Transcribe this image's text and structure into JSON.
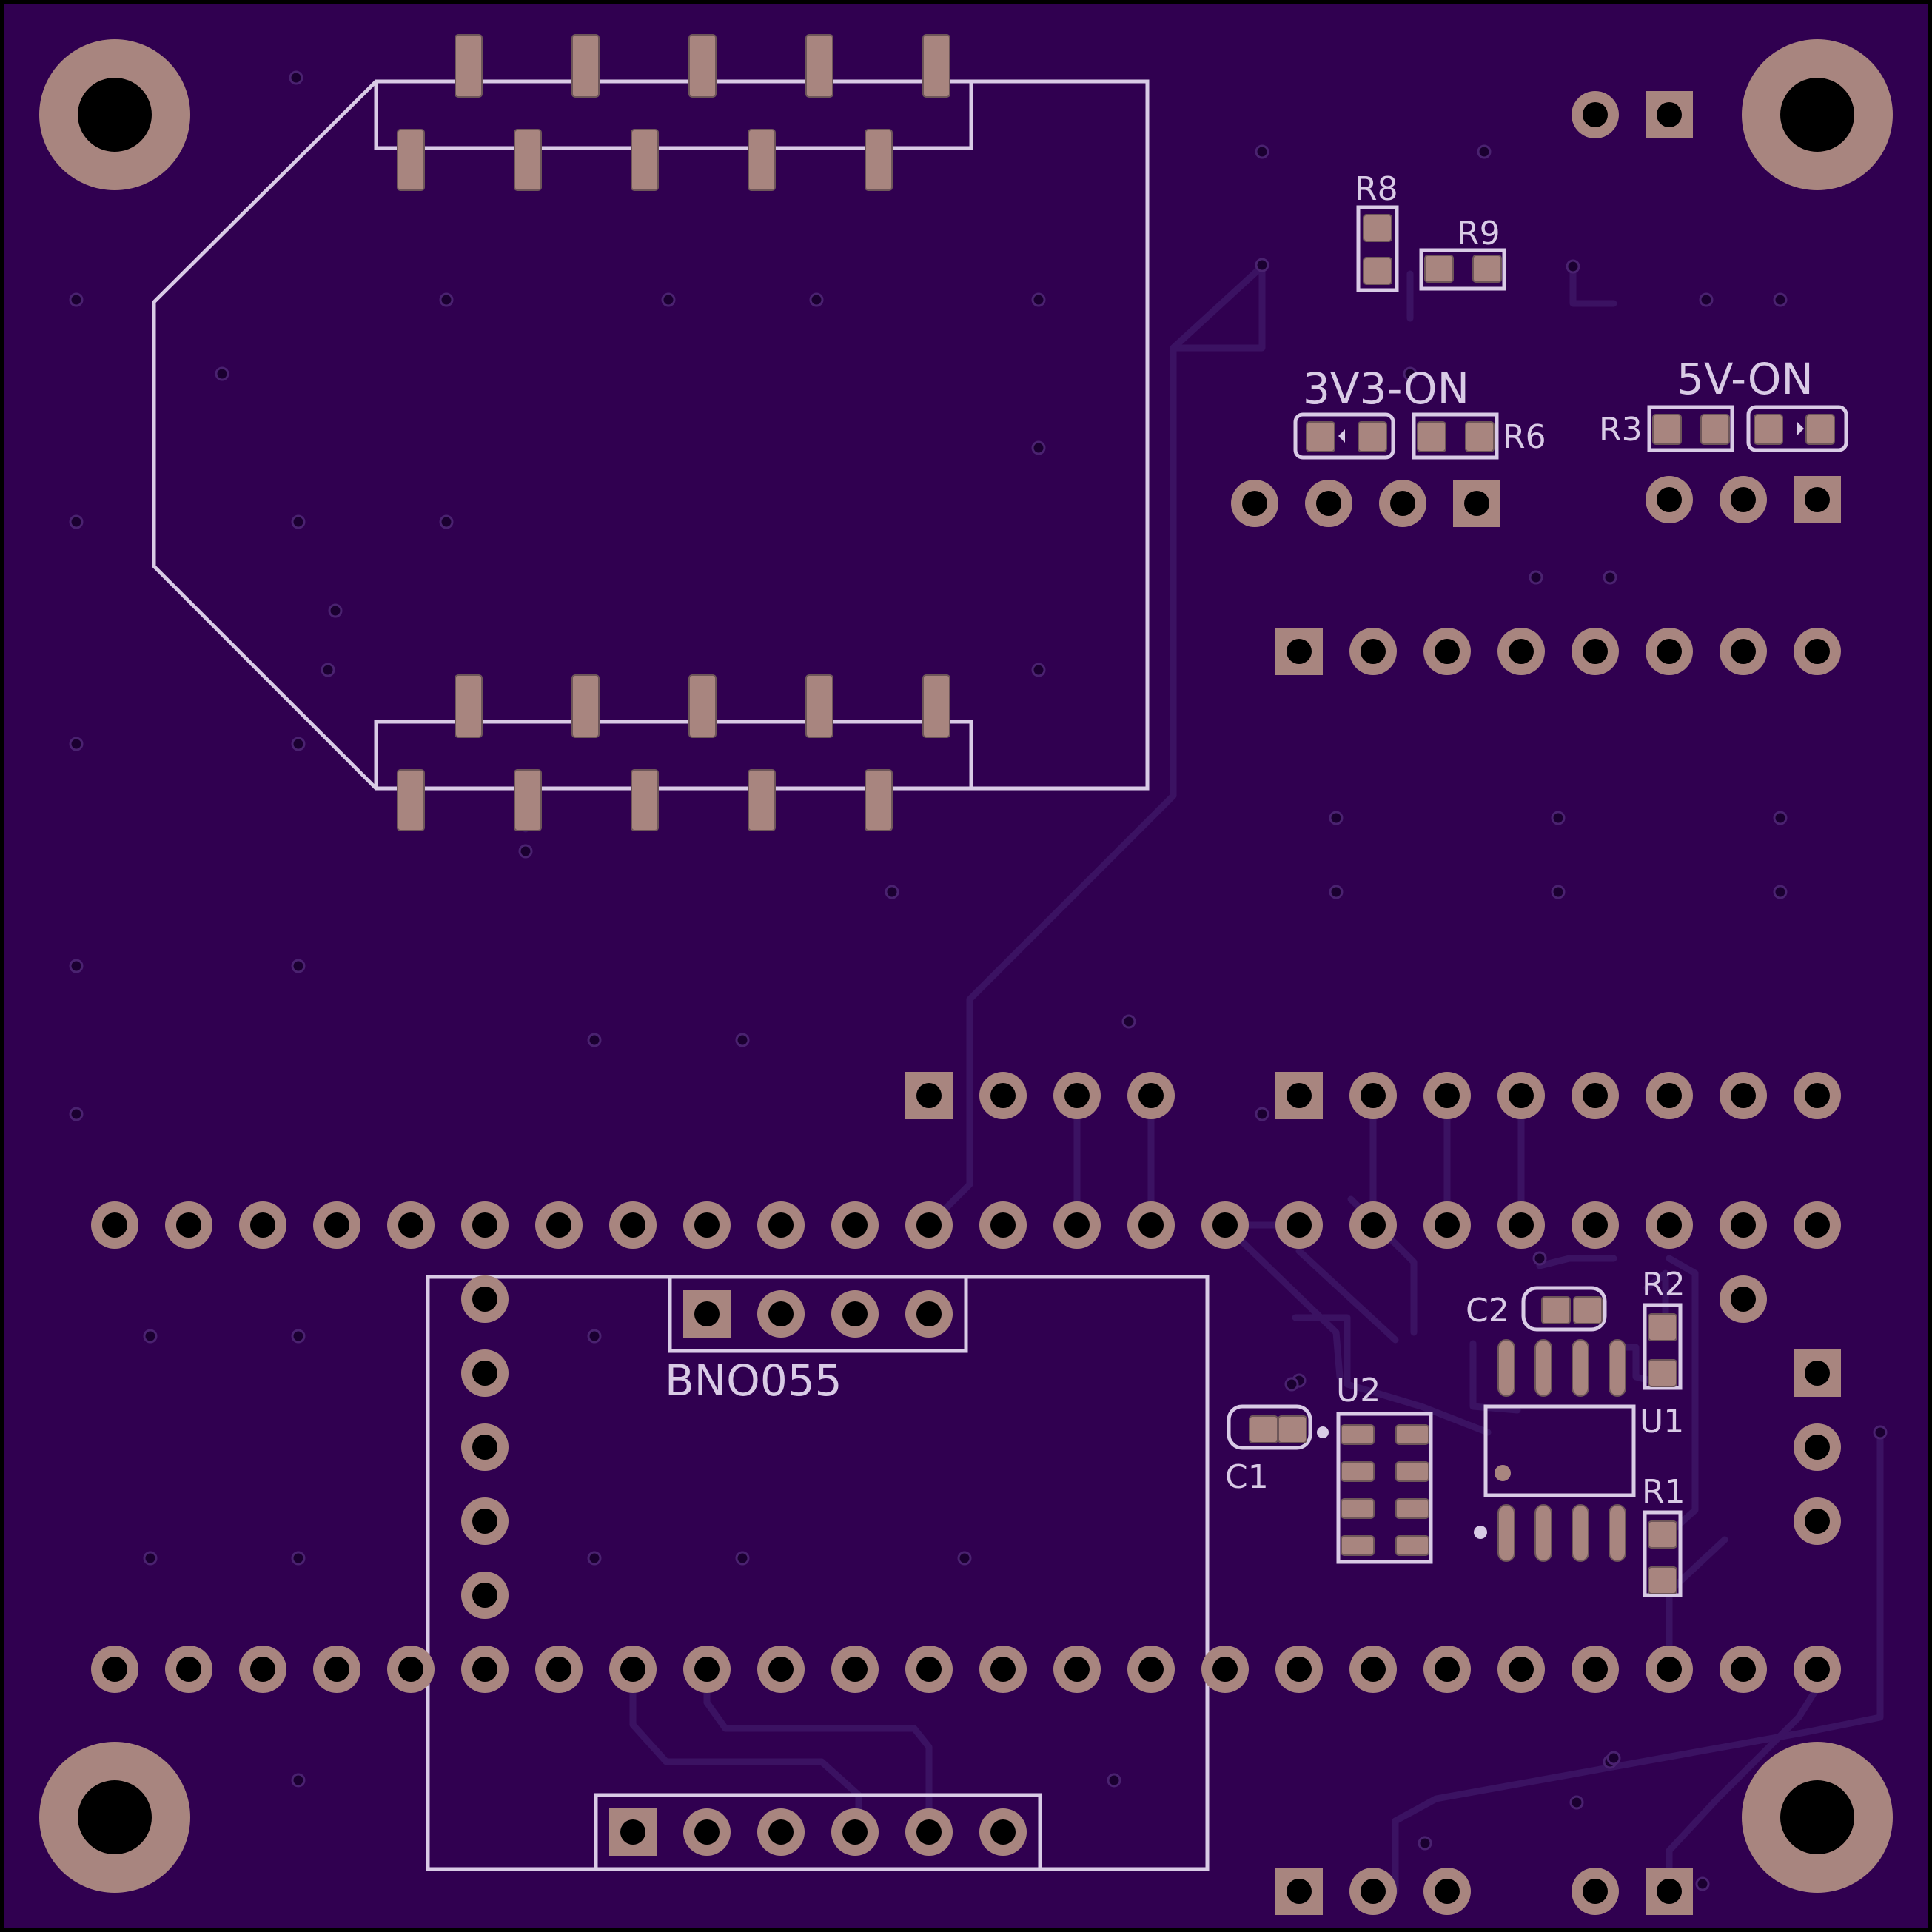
{
  "colors": {
    "board": "#300050",
    "trace": "#3b1262",
    "silk": "#d9cbe6",
    "copper": "#a8857f",
    "hole": "#000000",
    "via": "#1a0030"
  },
  "labels": {
    "bno055": "BNO055",
    "u1": "U1",
    "u2": "U2",
    "c1": "C1",
    "c2": "C2",
    "r1": "R1",
    "r2": "R2",
    "r3": "R3",
    "r6": "R6",
    "r8": "R8",
    "r9": "R9",
    "led_3v3": "3V3-ON",
    "led_5v": "5V-ON"
  },
  "components": [
    "mounting-hole-top-left",
    "mounting-hole-top-right",
    "mounting-hole-bottom-left",
    "mounting-hole-bottom-right",
    "radio-module-footprint",
    "bno055-breakout",
    "u1-soic8",
    "u2-dfn8"
  ]
}
